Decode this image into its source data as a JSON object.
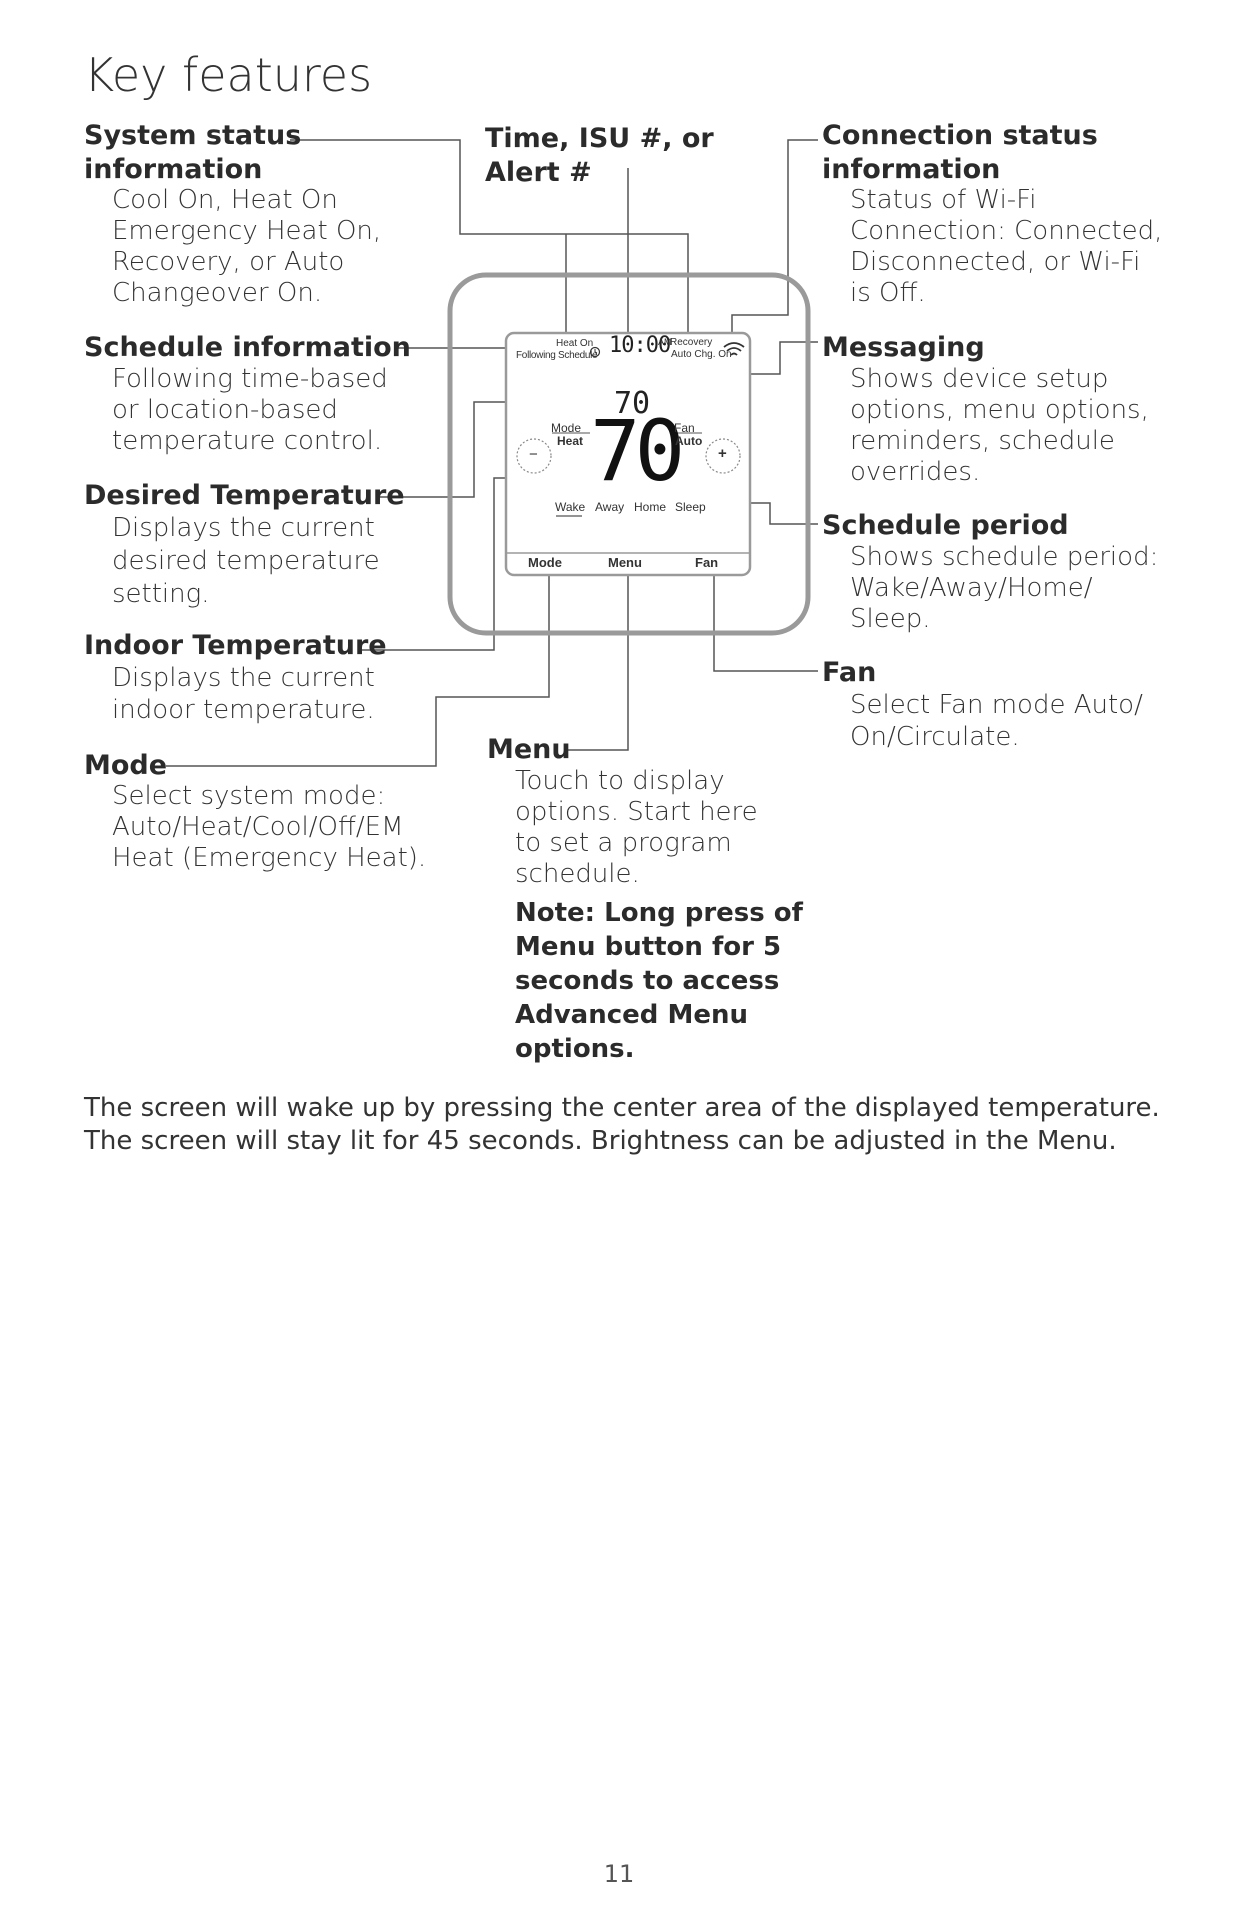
{
  "page": {
    "title": "Key features",
    "page_number": "11"
  },
  "callouts": {
    "system_status": {
      "label": "System status\ninformation",
      "description": "Cool On, Heat On\nEmergency Heat On,\nRecovery, or Auto\nChangeover On."
    },
    "time_isu": {
      "label": "Time, ISU #, or\nAlert #"
    },
    "connection_status": {
      "label": "Connection status\ninformation",
      "description": "Status of Wi-Fi\nConnection: Connected,\nDisconnected, or Wi-Fi\nis Off."
    },
    "schedule_info": {
      "label": "Schedule information",
      "description": "Following time-based\nor location-based\ntemperature control."
    },
    "messaging": {
      "label": "Messaging",
      "description": "Shows device setup\noptions, menu options,\nreminders, schedule\noverrides."
    },
    "desired_temperature": {
      "label": "Desired Temperature",
      "description": "Displays the current\ndesired temperature\nsetting."
    },
    "schedule_period": {
      "label": "Schedule period",
      "description": "Shows schedule period:\nWake/Away/Home/\nSleep."
    },
    "indoor_temperature": {
      "label": "Indoor Temperature",
      "description": "Displays the current\nindoor temperature."
    },
    "fan": {
      "label": "Fan",
      "description": "Select Fan mode Auto/\nOn/Circulate."
    },
    "mode": {
      "label": "Mode",
      "description": "Select system mode:\nAuto/Heat/Cool/Off/EM\nHeat (Emergency Heat)."
    },
    "menu": {
      "label": "Menu",
      "description": "Touch to display\noptions. Start here\nto set a program\nschedule.",
      "note": "Note: Long press of\nMenu button for 5\nseconds to access\nAdvanced Menu\noptions."
    }
  },
  "thermostat": {
    "heat_on": "Heat On",
    "following_schedule": "Following Schedule",
    "time": "10:00",
    "am": "AM",
    "recovery": "Recovery",
    "auto_chg_on": "Auto Chg. On",
    "setpoint": "70",
    "indoor_temp": "70",
    "mode_label": "Mode",
    "mode_value": "Heat",
    "fan_label": "Fan",
    "fan_value": "Auto",
    "minus": "−",
    "plus": "+",
    "periods": [
      "Wake",
      "Away",
      "Home",
      "Sleep"
    ],
    "buttons": [
      "Mode",
      "Menu",
      "Fan"
    ]
  },
  "footer": {
    "text": "The screen will wake up by pressing the center area of the displayed temperature.\nThe screen will stay lit for 45 seconds. Brightness can be adjusted in the Menu."
  }
}
